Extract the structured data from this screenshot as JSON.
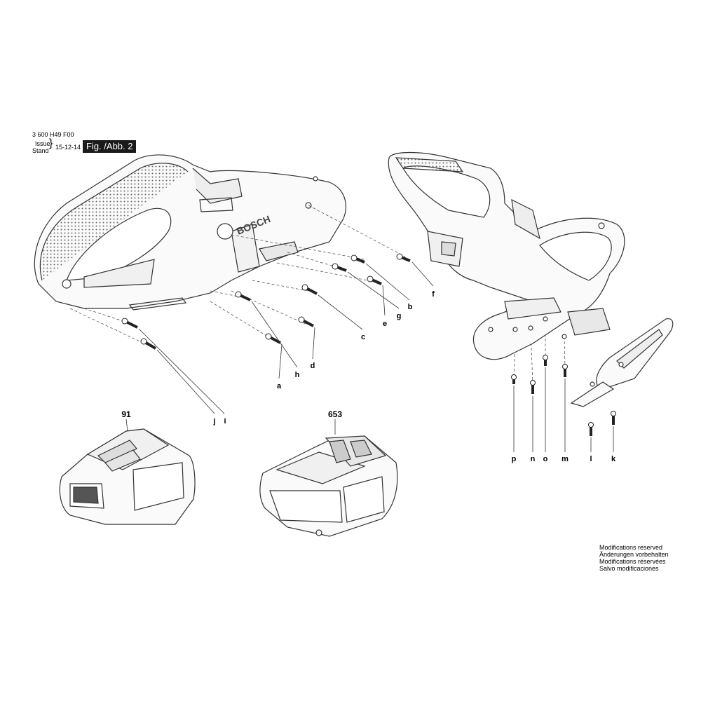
{
  "header": {
    "part_number": "3 600 H49 F00",
    "issue_label": "Issue",
    "stand_label": "Stand",
    "date": "15-12-14",
    "figure_label": "Fig. /Abb. 2"
  },
  "brand_logo": "BOSCH",
  "part_labels": {
    "a": "a",
    "b": "b",
    "c": "c",
    "d": "d",
    "e": "e",
    "f": "f",
    "g": "g",
    "h": "h",
    "i": "i",
    "j": "j",
    "k": "k",
    "l": "l",
    "m": "m",
    "n": "n",
    "o": "o",
    "p": "p"
  },
  "components": {
    "battery": "91",
    "charger": "653"
  },
  "notes": [
    "Modifications reserved",
    "Änderungen vorbehalten",
    "Modifications réservées",
    "Salvo modificaciones"
  ]
}
